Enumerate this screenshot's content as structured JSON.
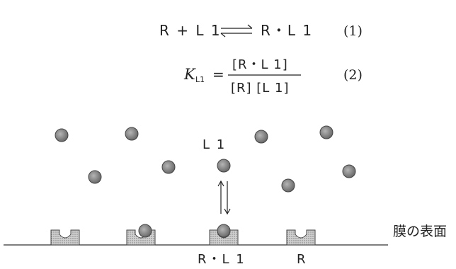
{
  "equation1": {
    "left": "R + L 1",
    "right": "R・L 1",
    "number": "(1)"
  },
  "equation2": {
    "k_symbol": "K",
    "k_subscript": "L1",
    "equals": "=",
    "numerator": "[R・L 1]",
    "denominator": "[R] [L 1]",
    "number": "(2)"
  },
  "diagram": {
    "ligand_label": "L 1",
    "membrane_label": "膜の表面",
    "bound_label": "R・L 1",
    "free_receptor_label": "R",
    "colors": {
      "ligand_fill": "#8a8a8a",
      "receptor_fill": "#b8b8b8",
      "line": "#333333"
    }
  }
}
